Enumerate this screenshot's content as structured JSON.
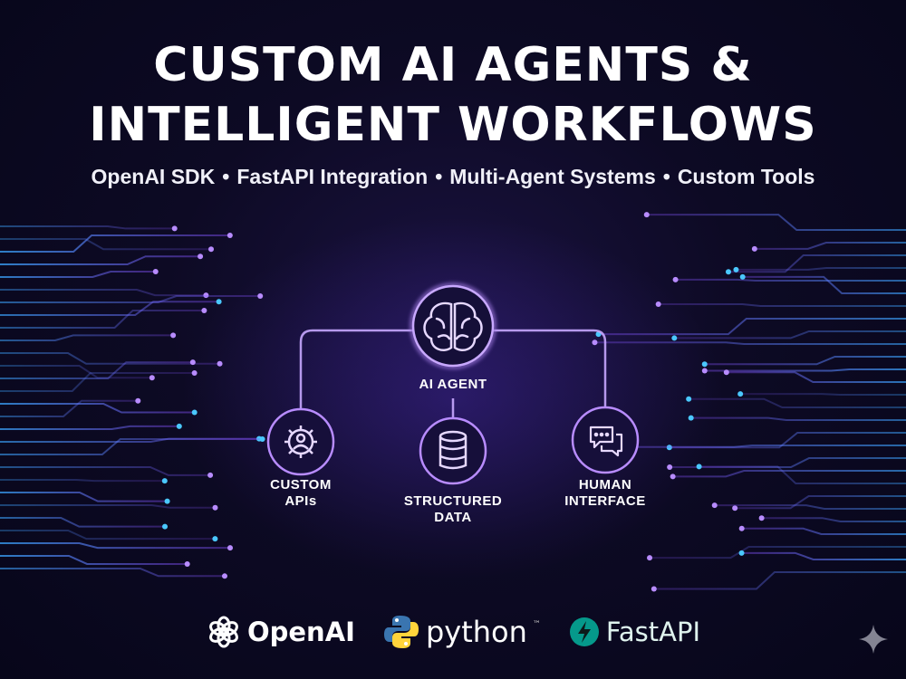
{
  "title": {
    "line1": "CUSTOM AI AGENTS &",
    "line2": "INTELLIGENT WORKFLOWS"
  },
  "subtitle": {
    "items": [
      "OpenAI SDK",
      "FastAPI Integration",
      "Multi-Agent Systems",
      "Custom Tools"
    ],
    "separator": "•"
  },
  "diagram": {
    "center": {
      "label": "AI AGENT",
      "icon": "brain-icon"
    },
    "left": {
      "line1": "CUSTOM",
      "line2": "APIs",
      "icon": "gear-icon"
    },
    "middle": {
      "line1": "STRUCTURED",
      "line2": "DATA",
      "icon": "database-icon"
    },
    "right": {
      "line1": "HUMAN",
      "line2": "INTERFACE",
      "icon": "chat-bubbles-icon"
    }
  },
  "logos": {
    "openai": {
      "text": "OpenAI",
      "icon": "openai-logo-icon"
    },
    "python": {
      "text": "python",
      "tm": "™",
      "icon": "python-logo-icon"
    },
    "fastapi": {
      "text": "FastAPI",
      "icon": "fastapi-logo-icon"
    }
  },
  "colors": {
    "accent_purple": "#b88cff",
    "accent_cyan": "#4ac8ff",
    "fastapi_teal": "#05998b",
    "python_blue": "#3a75b0",
    "python_yellow": "#ffd43b"
  }
}
